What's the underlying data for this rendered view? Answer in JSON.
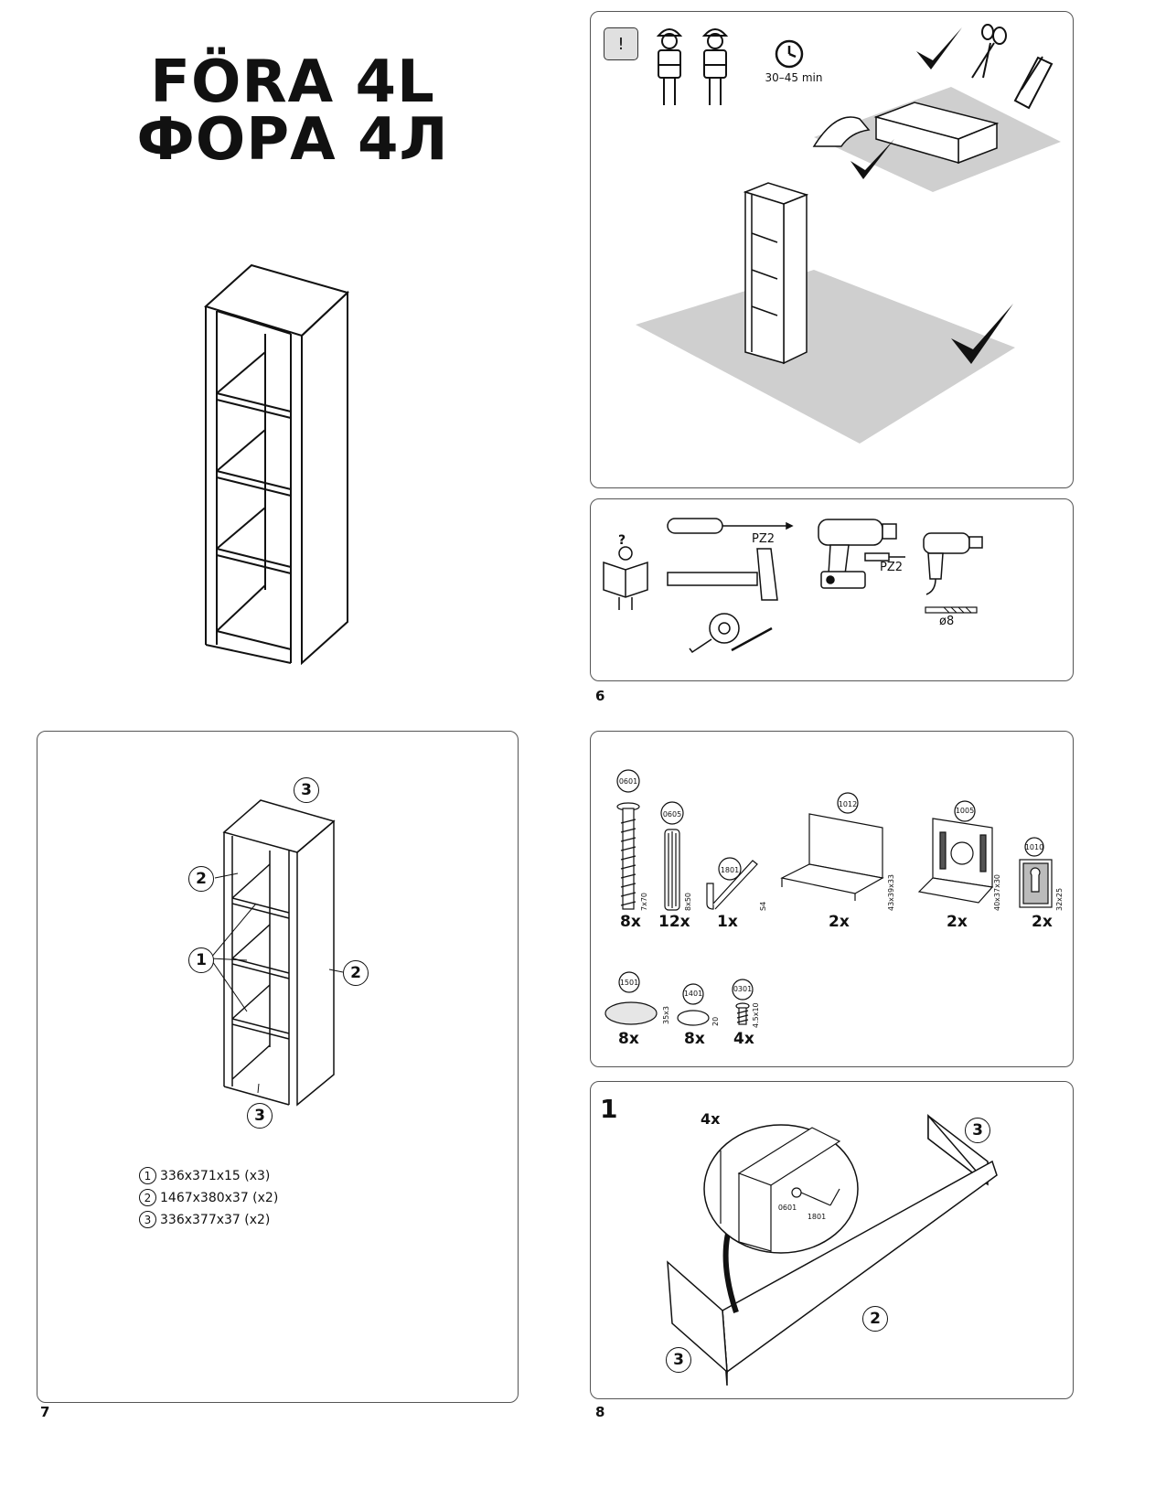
{
  "cover": {
    "title_line1": "FÖRA 4L",
    "title_line2": "ФОРА 4Л"
  },
  "safety_panel": {
    "warning_symbol": "!",
    "time_label": "30–45 min",
    "icons": [
      "warning-icon",
      "worker-icon",
      "worker-icon",
      "clock-icon",
      "checkmark-icon",
      "scissors-icon",
      "utility-knife-icon"
    ]
  },
  "tools_panel": {
    "screwdriver_label": "PZ2",
    "drill_bit_label": "PZ2",
    "drill_size_label": "ø8",
    "question_mark": "?"
  },
  "page_numbers": {
    "tools": "6",
    "parts_list": "7",
    "hardware_and_step1": "8"
  },
  "parts_panel": {
    "callouts": {
      "shelf": "1",
      "side": "2",
      "top_bottom": "3"
    },
    "legend": [
      {
        "num": "1",
        "text": "336x371x15 (x3)"
      },
      {
        "num": "2",
        "text": "1467x380x37 (x2)"
      },
      {
        "num": "3",
        "text": "336x377x37 (x2)"
      }
    ]
  },
  "hardware_panel": {
    "items": [
      {
        "code": "0601",
        "qty": "8x",
        "dim": "7x70"
      },
      {
        "code": "0605",
        "qty": "12x",
        "dim": "8x50"
      },
      {
        "code": "1801",
        "qty": "1x",
        "dim": "S4"
      },
      {
        "code": "1012",
        "qty": "2x",
        "dim": "43x39x33"
      },
      {
        "code": "1005",
        "qty": "2x",
        "dim": "40x37x30"
      },
      {
        "code": "1010",
        "qty": "2x",
        "dim": "32x25"
      },
      {
        "code": "1501",
        "qty": "8x",
        "dim": "35x3"
      },
      {
        "code": "1401",
        "qty": "8x",
        "dim": "20"
      },
      {
        "code": "0301",
        "qty": "4x",
        "dim": "4.5x10"
      }
    ]
  },
  "step1_panel": {
    "step_number": "1",
    "qty_label": "4x",
    "detail_codes": {
      "screw": "0601",
      "key": "1801"
    },
    "callouts": {
      "top": "3",
      "side": "2",
      "bottom": "3"
    }
  }
}
